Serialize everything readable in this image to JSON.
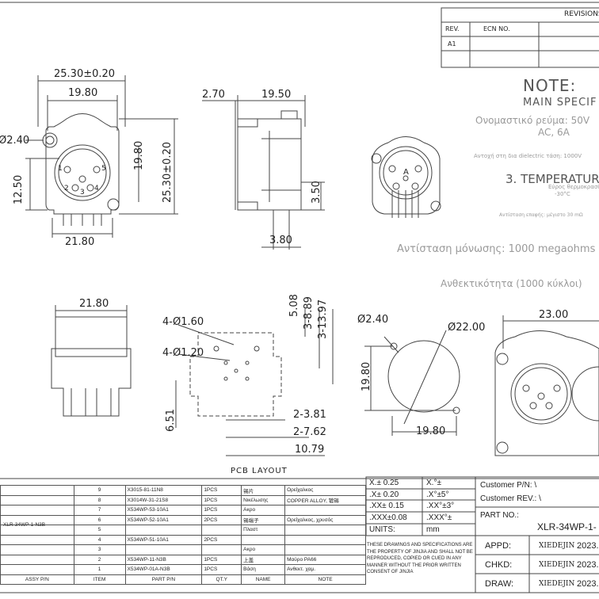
{
  "revisions": {
    "title": "REVISIONS",
    "rev_header": "REV.",
    "ecn_header": "ECN NO.",
    "rev_value": "A1"
  },
  "note": {
    "title": "NOTE:",
    "main_spec": "MAIN SPECIF",
    "rated_current": "Ονομαστικό ρεύμα: 50V",
    "rated_current_2": "AC, 6A",
    "dielectric": "Αντοχή στη δια dielectric τάση: 1000V",
    "temperature": "3.  TEMPERATUR",
    "temp_range": "Εύρος θερμοκρασίας:",
    "temp_value": "-30°C",
    "contact_res": "Αντίσταση επαφής: μέγιστο 30 mΩ",
    "insulation": "Αντίσταση μόνωσης: 1000 megaohms",
    "durability": "Ανθεκτικότητα (1000 κύκλοι)"
  },
  "dims": {
    "front_width": "25.30±0.20",
    "front_inner": "19.80",
    "hole": "Ø2.40",
    "front_h1": "19.80",
    "front_h2": "25.30±0.20",
    "front_h3": "12.50",
    "front_bottom": "21.80",
    "side_a": "2.70",
    "side_b": "19.50",
    "side_h": "3.50",
    "side_bottom": "3.80",
    "pin1": "1",
    "pin2": "2",
    "pin3": "3",
    "pin4": "4",
    "pin5": "5",
    "pin_a": "A",
    "top_width": "21.80",
    "pcb_hole1": "4-Ø1.60",
    "pcb_hole2": "4-Ø1.20",
    "pcb_v1": "5.08",
    "pcb_v2": "3-8.89",
    "pcb_v3": "3-13.97",
    "pcb_left": "6.51",
    "pcb_h1": "2-3.81",
    "pcb_h2": "2-7.62",
    "pcb_h3": "10.79",
    "pcb_caption": "PCB LAYOUT",
    "panel_hole": "Ø2.40",
    "panel_dia": "Ø22.00",
    "panel_h": "19.80",
    "panel_w": "19.80",
    "panel_right": "23.00"
  },
  "bom": {
    "rows": [
      {
        "item": "9",
        "part": "X3015-81-11N8",
        "qty": "1PCS",
        "name": "锡片",
        "note": "Ορείχαλκος"
      },
      {
        "item": "8",
        "part": "X3014W-31-21S8",
        "qty": "1PCS",
        "name": "Νικέλωσης",
        "note": "COPPER ALLOY, 镀锡"
      },
      {
        "item": "7",
        "part": "X534WP-53-10A1",
        "qty": "1PCS",
        "name": "Ακρο",
        "note": ""
      },
      {
        "item": "6",
        "part": "X534WP-52-10A1",
        "qty": "2PCS",
        "name": "锡端子",
        "note": "Ορείχαλκος, χρυσός"
      },
      {
        "item": "5",
        "part": "",
        "qty": "",
        "name": "Πλαστ",
        "note": ""
      },
      {
        "item": "4",
        "part": "X534WP-51-10A1",
        "qty": "2PCS",
        "name": "",
        "note": ""
      },
      {
        "item": "3",
        "part": "",
        "qty": "",
        "name": "Ακρο",
        "note": ""
      },
      {
        "item": "2",
        "part": "X534WP-11-N3B",
        "qty": "1PCS",
        "name": "上盖",
        "note": "Μαύρο PA66"
      },
      {
        "item": "1",
        "part": "X534WP-01A-N3B",
        "qty": "1PCS",
        "name": "Βάση",
        "note": "Ανθεκτ. χαμ."
      }
    ],
    "assy": "XLR-34WP-1-N3B",
    "footer": {
      "assy": "ASSY P/N",
      "item": "ITEM",
      "part": "PART P/N",
      "qty": "QT.Y",
      "name": "NAME",
      "note": "NOTE"
    }
  },
  "tolerances": {
    "x": "X.± 0.25",
    "x_angle": "X.°±",
    "x0": ".X± 0.20",
    "x0_angle": ".X°±5°",
    "xx": ".XX± 0.15",
    "xx_angle": ".XX°±3°",
    "xxx": ".XXX±0.08",
    "xxx_angle": ".XXX°±",
    "units_label": "UNITS:",
    "units": "mm"
  },
  "disclaimer": "THESE DRAWINGS AND SPECIFICATIONS ARE THE PROPERTY OF JINJIA AND SHALL NOT BE REPRODUCED, COPIED OR CUED IN ANY MANNER WITHOUT THE PRIOR WRITTEN CONSENT OF JINJIA",
  "title_block": {
    "customer_pn": "Customer P/N: \\",
    "customer_rev": "Customer REV.: \\",
    "part_no_label": "PART NO.:",
    "part_no": "XLR-34WP-1-",
    "appd": "APPD:",
    "chkd": "CHKD:",
    "draw": "DRAW:",
    "signer": "XIEDEJIN",
    "date": "2023."
  }
}
